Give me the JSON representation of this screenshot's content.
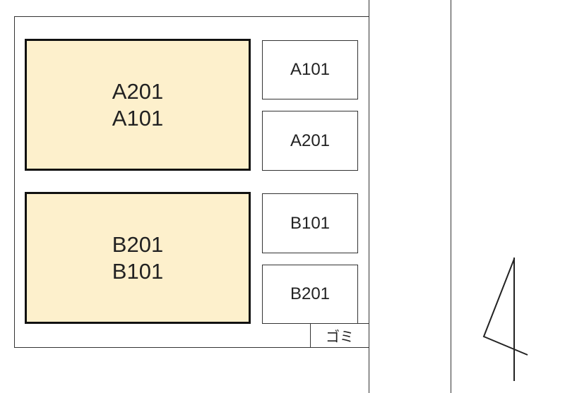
{
  "buildings": [
    {
      "lines": [
        "A201",
        "A101"
      ]
    },
    {
      "lines": [
        "B201",
        "B101"
      ]
    }
  ],
  "parking": [
    "A101",
    "A201",
    "B101",
    "B201"
  ],
  "garbage_label": "ゴミ",
  "colors": {
    "building_fill": "#fdf0cc",
    "line": "#333333"
  }
}
